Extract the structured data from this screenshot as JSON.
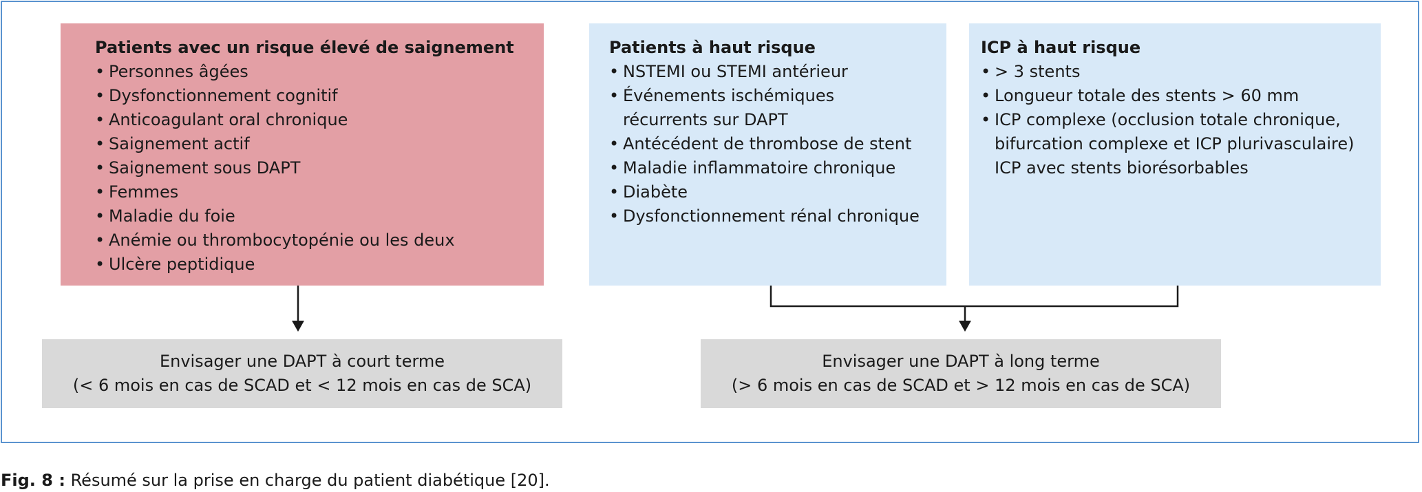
{
  "boxes": {
    "bleeding": {
      "title": "Patients avec un risque élevé de saignement",
      "items": [
        "Personnes âgées",
        "Dysfonctionnement cognitif",
        "Anticoagulant oral chronique",
        "Saignement actif",
        "Saignement sous DAPT",
        "Femmes",
        "Maladie du foie",
        "Anémie ou thrombocytopénie ou les deux",
        "Ulcère peptidique"
      ]
    },
    "high_risk": {
      "title": "Patients à haut risque",
      "items": [
        "NSTEMI ou STEMI antérieur",
        "Événements ischémiques",
        "récurrents sur DAPT",
        "Antécédent de thrombose de stent",
        "Maladie inflammatoire chronique",
        "Diabète",
        "Dysfonctionnement rénal chronique"
      ]
    },
    "icp": {
      "title": "ICP à haut risque",
      "items": [
        "> 3 stents",
        "Longueur totale des stents > 60 mm",
        "ICP complexe (occlusion totale chronique,",
        "bifurcation complexe et ICP plurivasculaire)",
        "ICP avec stents biorésorbables"
      ]
    }
  },
  "results": {
    "short": {
      "line1": "Envisager une DAPT à court terme",
      "line2": "(< 6 mois en cas de SCAD et < 12 mois en cas de SCA)"
    },
    "long": {
      "line1": "Envisager une DAPT à long terme",
      "line2": "(> 6 mois en cas de SCAD et > 12 mois en cas de SCA)"
    }
  },
  "caption": {
    "label": "Fig. 8 :",
    "text": "Résumé sur la prise en charge du patient diabétique [20]."
  },
  "colors": {
    "frame": "#5a93cf",
    "bleeding_box": "#e39fa5",
    "risk_box": "#d8e9f8",
    "result_box": "#d9d9d9",
    "connector": "#1a1a1a"
  }
}
